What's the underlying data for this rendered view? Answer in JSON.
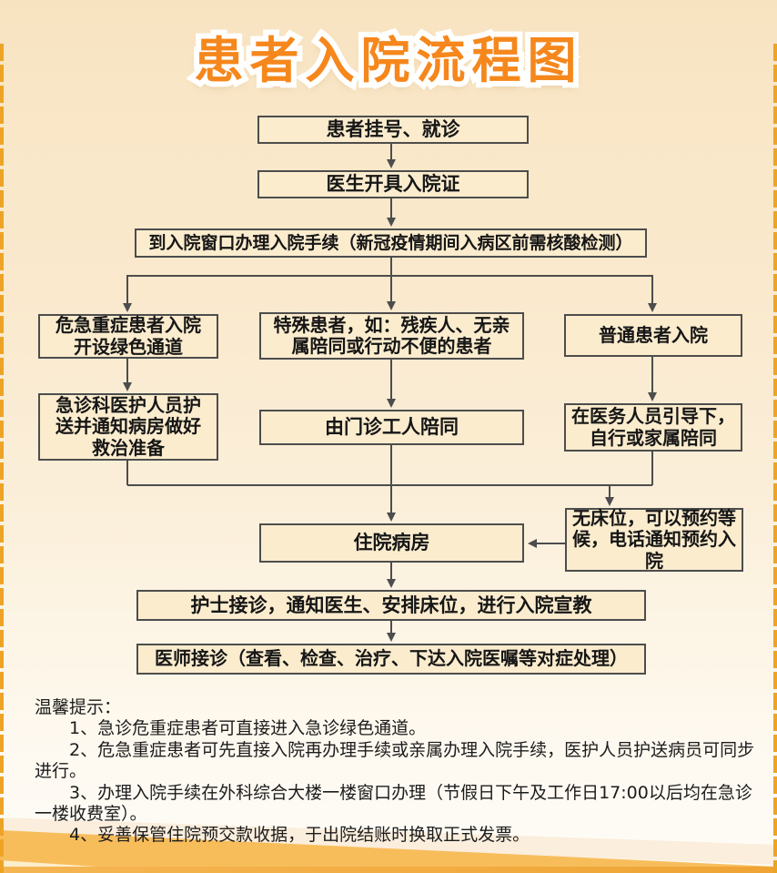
{
  "title": "患者入院流程图",
  "nodes": {
    "register": "患者挂号、就诊",
    "issue_cert": "医生开具入院证",
    "window": "到入院窗口办理入院手续（新冠疫情期间入病区前需核酸检测）",
    "critical": "危急重症患者入院\n开设绿色通道",
    "special": "特殊患者，如：残疾人、无亲\n属陪同或行动不便的患者",
    "normal": "普通患者入院",
    "er_escort": "急诊科医护人员护\n送并通知病房做好\n救治准备",
    "outpatient_escort": "由门诊工人陪同",
    "guided": "在医务人员引导下，\n自行或家属陪同",
    "ward": "住院病房",
    "no_bed": "无床位，可以预约等\n候，电话通知预约入院",
    "nurse": "护士接诊，通知医生、安排床位，进行入院宣教",
    "doctor": "医师接诊（查看、检查、治疗、下达入院医嘱等对症处理）"
  },
  "notes": {
    "heading": "温馨提示：",
    "items": [
      "1、急诊危重症患者可直接进入急诊绿色通道。",
      "2、危急重症患者可先直接入院再办理手续或亲属办理入院手续，医护人员护送病员可同步进行。",
      "3、办理入院手续在外科综合大楼一楼窗口办理（节假日下午及工作日17:00以后均在急诊一楼收费室）。",
      "4、妥善保管住院预交款收据，于出院结账时换取正式发票。"
    ]
  },
  "colors": {
    "title_orange": "#f5871c",
    "box_border": "#4d4d4d",
    "box_fill": "#fbecce",
    "dash_rail": "#eda426",
    "band_peach": "#fbeedd",
    "band_orange": "#f8bd5b",
    "bottom_bar": "#f1a83a"
  }
}
